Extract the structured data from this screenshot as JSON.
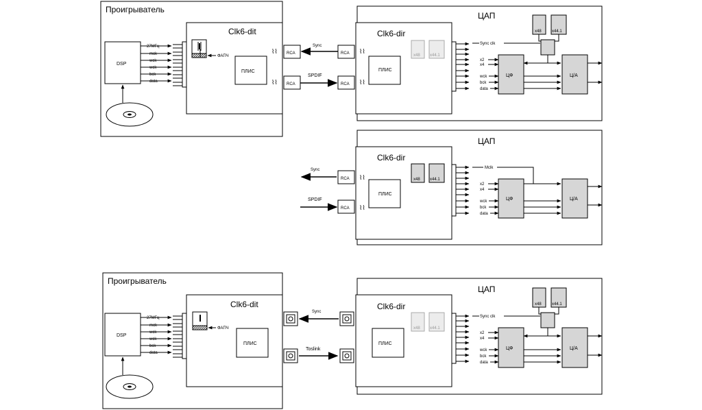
{
  "labels": {
    "player": "Проигрыватель",
    "dac": "ЦАП",
    "dit": "Clk6-dit",
    "dir": "Clk6-dir",
    "dsp": "DSP",
    "fpga": "ПЛИС",
    "pll": "ФАПЧ",
    "rca": "RCA",
    "sync": "Sync",
    "spdif": "SPDIF",
    "toslink": "Toslink",
    "sync_clk": "Sync clk",
    "mclk": "Mclk",
    "dsp_signals": [
      "27МГц",
      "mck",
      "wck",
      "wck",
      "bck",
      "data"
    ],
    "dac_signals": [
      "x2",
      "x4",
      "wck",
      "bck",
      "data"
    ],
    "xtal_48": "x48",
    "xtal_44": "x44.1",
    "digital_filter": "ЦФ",
    "da_converter": "Ц/А"
  },
  "colors": {
    "line": "#000000",
    "block_gray": "#d6d6d6",
    "disabled_gray": "#e6e6e6",
    "disabled_text": "#999999"
  },
  "diagram": {
    "type": "block-diagram",
    "panels": [
      {
        "id": "rca-player-to-dac",
        "source": "Проигрыватель",
        "sink": "ЦАП",
        "links": [
          "Sync",
          "SPDIF"
        ],
        "connector": "RCA"
      },
      {
        "id": "rca-external-to-dac",
        "sink": "ЦАП",
        "links": [
          "Sync",
          "SPDIF"
        ],
        "connector": "RCA"
      },
      {
        "id": "optical-player-to-dac",
        "source": "Проигрыватель",
        "sink": "ЦАП",
        "links": [
          "Sync",
          "Toslink"
        ],
        "connector": "optical"
      }
    ]
  }
}
